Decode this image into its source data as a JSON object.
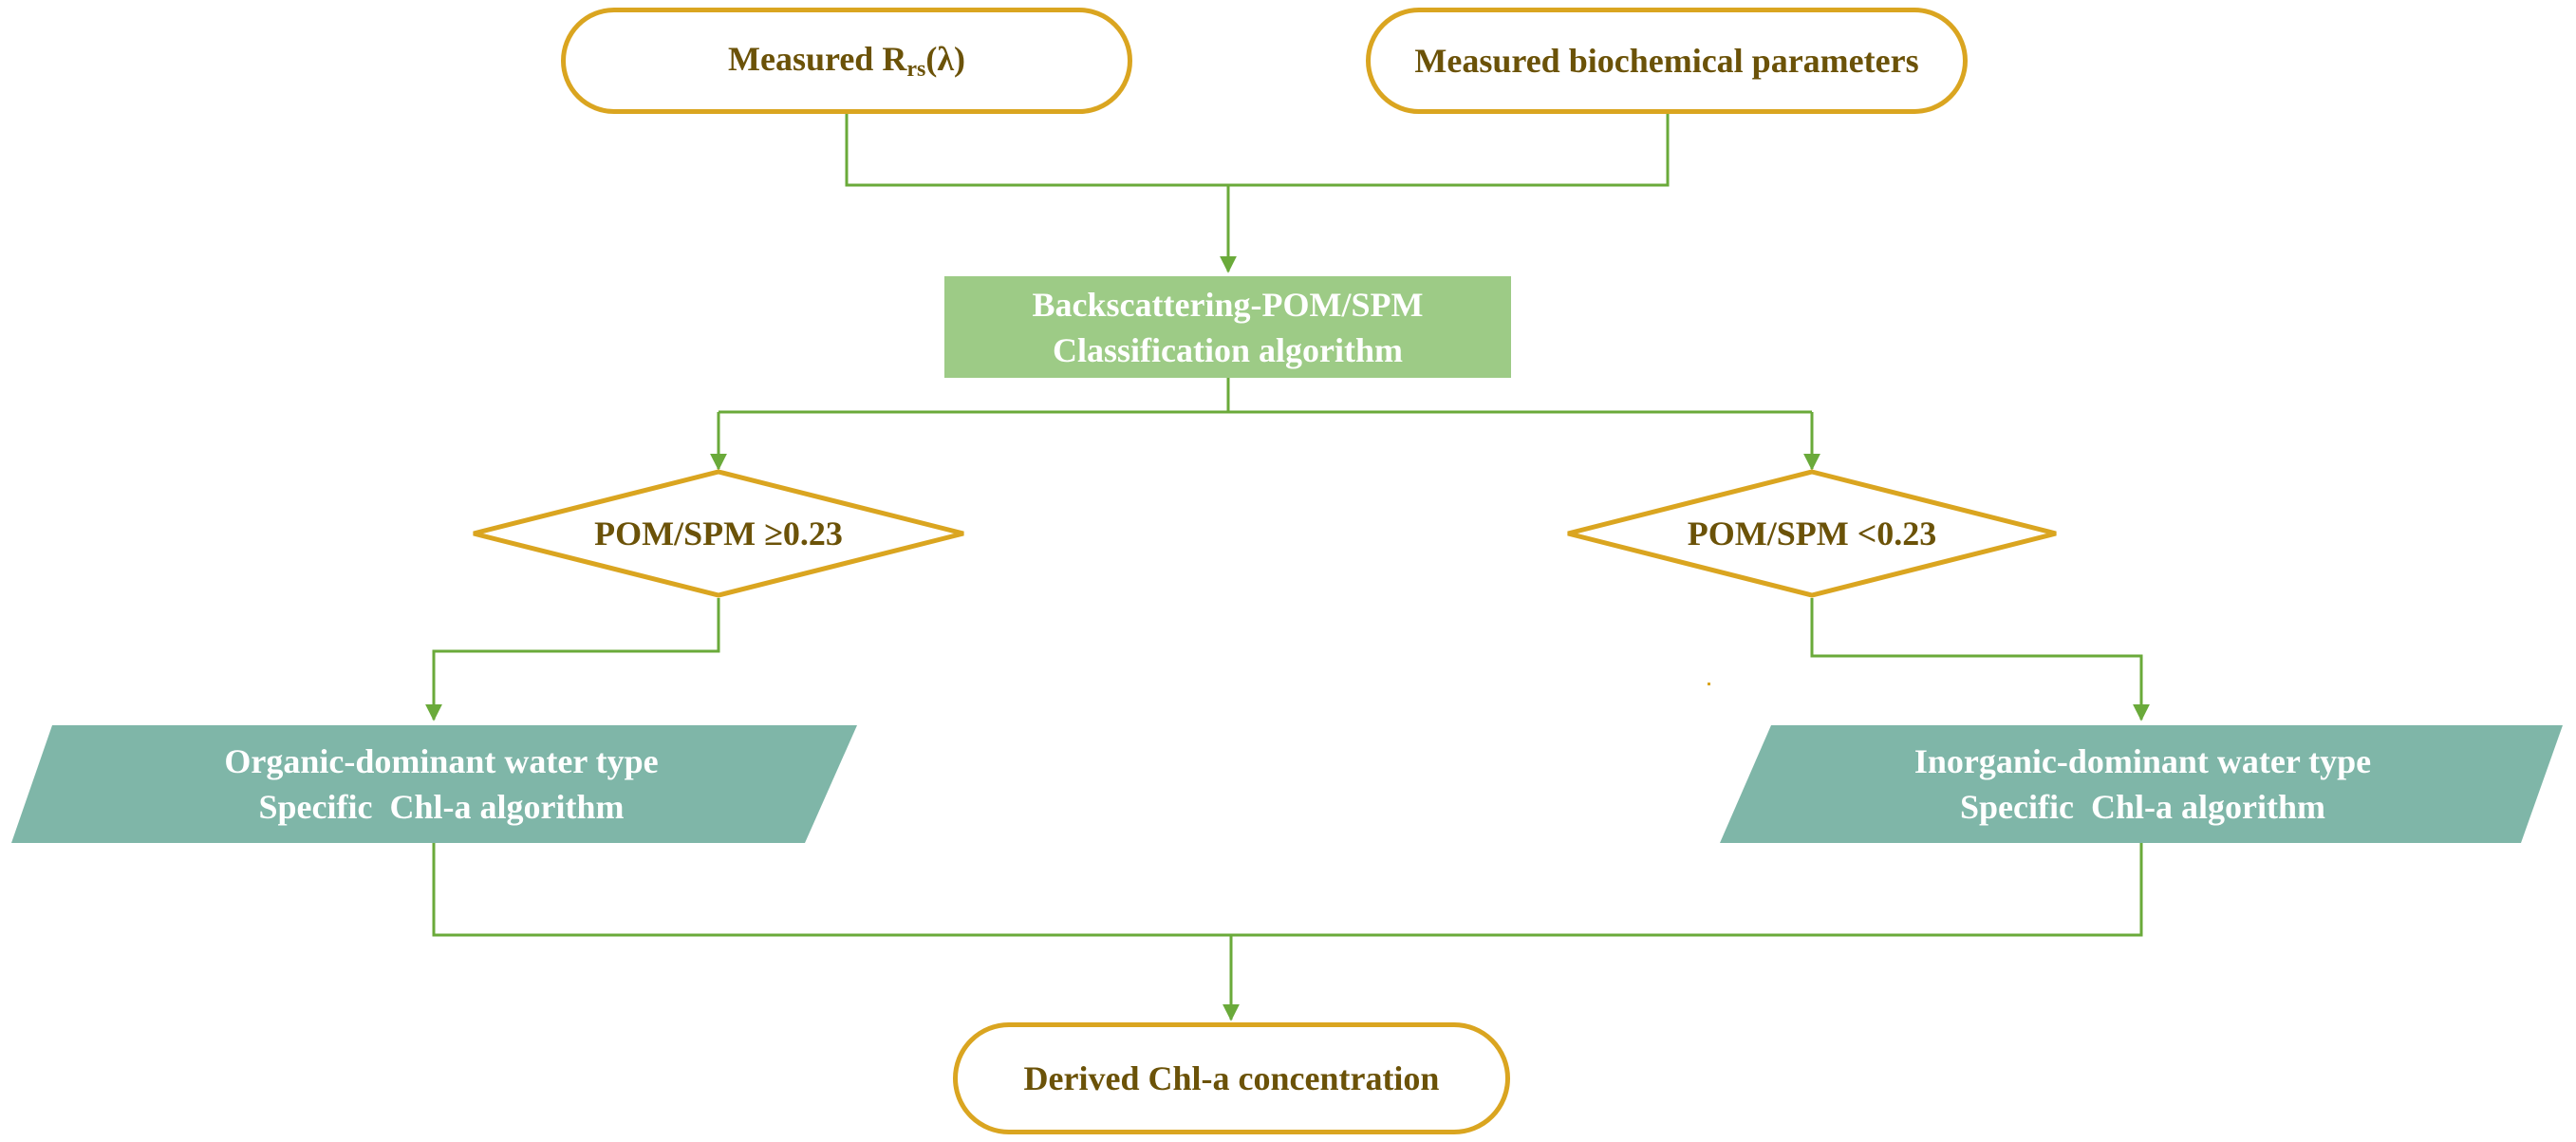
{
  "nodes": {
    "input_rrs": {
      "prefix": "Measured R",
      "subscript": "rs",
      "suffix": "(λ)"
    },
    "input_biochem": {
      "label": "Measured biochemical parameters"
    },
    "classification": {
      "line1": "Backscattering-POM/SPM",
      "line2": "Classification algorithm"
    },
    "decision_left": {
      "label": "POM/SPM ≥0.23"
    },
    "decision_right": {
      "label": "POM/SPM <0.23"
    },
    "organic": {
      "line1": "Organic-dominant water type",
      "line2": "Specific  Chl-a algorithm"
    },
    "inorganic": {
      "line1": "Inorganic-dominant water type",
      "line2": "Specific  Chl-a algorithm"
    },
    "output": {
      "label": "Derived Chl-a concentration"
    }
  },
  "colors": {
    "terminal_border": "#DAA520",
    "terminal_text": "#6B5208",
    "process_fill": "#9DCB86",
    "io_fill": "#7FB6A8",
    "connector": "#6AAA3A"
  }
}
